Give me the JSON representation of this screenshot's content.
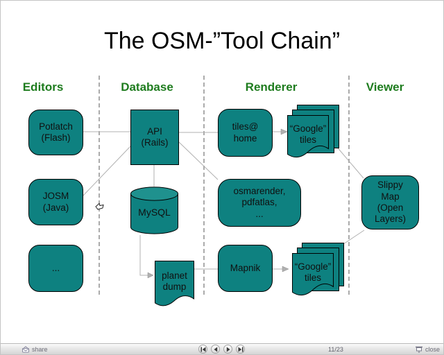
{
  "title": "The OSM-”Tool Chain”",
  "columns": {
    "editors": "Editors",
    "database": "Database",
    "renderer": "Renderer",
    "viewer": "Viewer"
  },
  "nodes": {
    "potlatch": "Potlatch\n(Flash)",
    "josm": "JOSM\n(Java)",
    "more_editors": "...",
    "api": "API\n(Rails)",
    "mysql": "MySQL",
    "planet_dump": "planet\ndump",
    "tiles_at_home": "tiles@\nhome",
    "google_tiles_top": "“Google”\ntiles",
    "osmarender": "osmarender,\npdfatlas,\n...",
    "mapnik": "Mapnik",
    "google_tiles_bottom": "“Google”\ntiles",
    "slippy_map": "Slippy\nMap\n(Open\nLayers)"
  },
  "player_bar": {
    "share_label": "share",
    "page_indicator": "11/23",
    "close_label": "close"
  },
  "colors": {
    "node_fill": "#0e8180",
    "cylinder_top": "#1f918e",
    "node_border": "#000000",
    "header_green": "#1e7c1e",
    "connector_gray": "#b0b0b0",
    "title_text": "#000000",
    "bar_text": "#6d6d78"
  }
}
